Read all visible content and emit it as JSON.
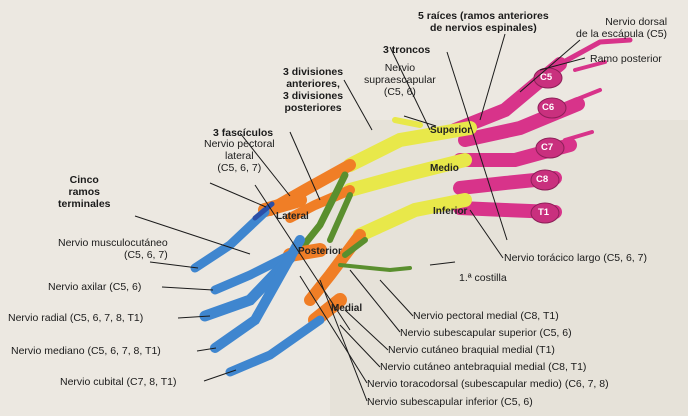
{
  "diagram": {
    "headings": {
      "roots": "5 raíces (ramos anteriores\nde nervios espinales)",
      "trunks": "3 troncos",
      "divisions": "3 divisiones\nanteriores,\n3 divisiones\nposteriores",
      "cords": "3 fascículos",
      "terminals": "Cinco\nramos\nterminales"
    },
    "roots": [
      "C5",
      "C6",
      "C7",
      "C8",
      "T1"
    ],
    "trunks": {
      "superior": "Superior",
      "middle": "Medio",
      "inferior": "Inferior"
    },
    "cords": {
      "lateral": "Lateral",
      "posterior": "Posterior",
      "medial": "Medial"
    },
    "labels": {
      "dorsal_scapular": "Nervio dorsal\nde la escápula (C5)",
      "posterior_ramus": "Ramo posterior",
      "suprascapular": "Nervio\nsupraescapular\n(C5, 6)",
      "lateral_pectoral": "Nervio pectoral\nlateral\n(C5, 6, 7)",
      "long_thoracic": "Nervio torácico largo (C5, 6, 7)",
      "first_rib": "1.ª costilla",
      "musculocutaneous": "Nervio musculocutáneo\n(C5, 6, 7)",
      "axillary": "Nervio axilar (C5, 6)",
      "radial": "Nervio radial (C5, 6, 7, 8, T1)",
      "median": "Nervio mediano (C5, 6, 7, 8, T1)",
      "ulnar": "Nervio cubital (C7, 8, T1)",
      "medial_pectoral": "Nervio pectoral medial (C8, T1)",
      "upper_subscapular": "Nervio subescapular superior (C5, 6)",
      "medial_brachial_cutaneous": "Nervio cutáneo braquial medial (T1)",
      "medial_antebrachial_cutaneous": "Nervio cutáneo antebraquial medial (C8, T1)",
      "thoracodorsal": "Nervio toracodorsal (subescapular medio) (C6, 7, 8)",
      "lower_subscapular": "Nervio subescapular inferior (C5, 6)"
    },
    "colors": {
      "roots": "#d8338a",
      "trunks": "#e8e84a",
      "anterior_divisions": "#f07e26",
      "posterior_divisions": "#5a8f2e",
      "terminals": "#3f86cf"
    }
  }
}
